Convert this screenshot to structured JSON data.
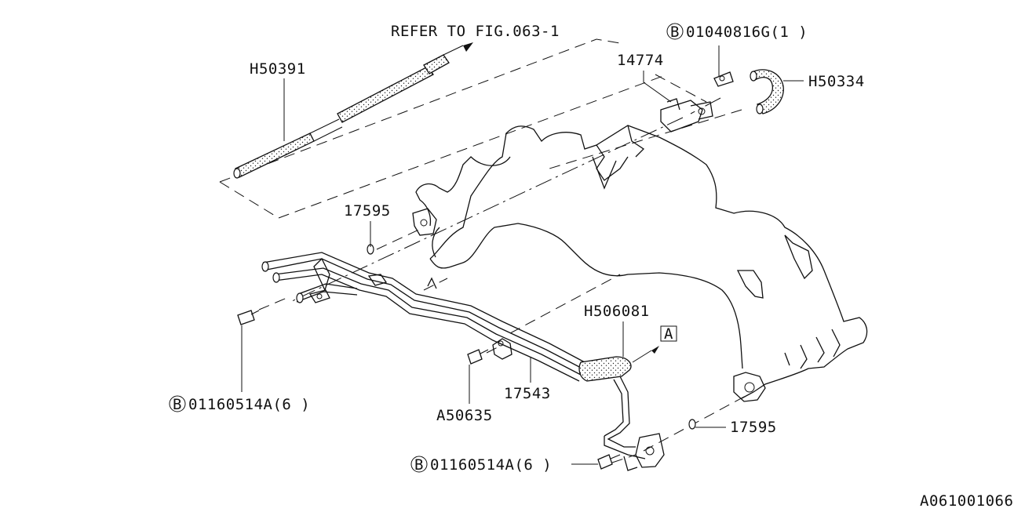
{
  "labels": {
    "refer": "REFER TO FIG.063-1",
    "h50391": "H50391",
    "b_top_code": "01040816G(1  )",
    "p14774": "14774",
    "h50334": "H50334",
    "p17595_top": "17595",
    "h506081": "H506081",
    "box_a": "A",
    "b_left_code": "01160514A(6  )",
    "a50635": "A50635",
    "p17543": "17543",
    "p17595_right": "17595",
    "b_bottom_code": "01160514A(6  )",
    "diagram_id": "A061001066"
  },
  "symbols": {
    "bolt_marker": "B"
  },
  "icons": [
    "arrow-icon",
    "bolt-icon",
    "clamp-icon",
    "grommet-icon"
  ]
}
